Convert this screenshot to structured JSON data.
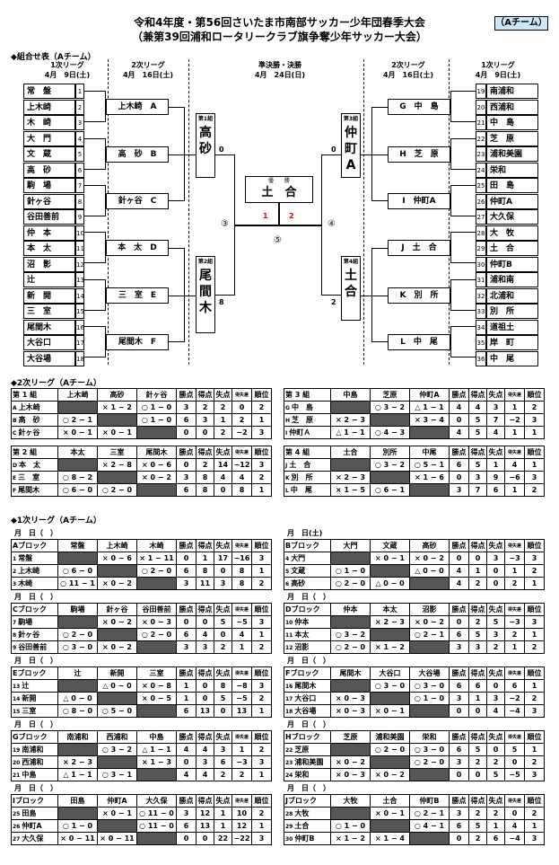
{
  "header": {
    "title_line1": "令和4年度・第56回さいたま市南部サッカー少年団春季大会",
    "title_line2": "（兼第39回浦和ロータリークラブ旗争奪少年サッカー大会）",
    "team_badge": "（Aチーム）"
  },
  "bracket": {
    "section_title": "◆組合せ表（Aチーム）",
    "hdr_round1": "1次リーグ",
    "hdr_round1_date": "4月　9日(土)",
    "hdr_round2": "2次リーグ",
    "hdr_round2_date": "4月　16日(土)",
    "hdr_final": "準決勝・決勝",
    "hdr_final_date": "4月　24日(日)",
    "left_teams": [
      "常　盤",
      "上木崎",
      "木　崎",
      "大　門",
      "文　蔵",
      "高　砂",
      "駒　場",
      "針ヶ谷",
      "谷田善前",
      "仲　本",
      "本　太",
      "沼　影",
      "辻",
      "新　開",
      "三　室",
      "尾間木",
      "大谷口",
      "大谷場"
    ],
    "right_teams": [
      "南浦和",
      "西浦和",
      "中　島",
      "芝　原",
      "浦和美園",
      "栄和",
      "田　島",
      "仲町A",
      "大久保",
      "大　牧",
      "土　合",
      "仲町B",
      "浦和南",
      "北浦和",
      "別　所",
      "道祖土",
      "岸　町",
      "中　尾"
    ],
    "left_nums": [
      "1",
      "2",
      "3",
      "4",
      "5",
      "6",
      "7",
      "8",
      "9",
      "10",
      "11",
      "12",
      "13",
      "14",
      "15",
      "16",
      "17",
      "18"
    ],
    "right_nums": [
      "19",
      "20",
      "21",
      "22",
      "23",
      "24",
      "25",
      "26",
      "27",
      "28",
      "29",
      "30",
      "31",
      "32",
      "33",
      "34",
      "35",
      "36"
    ],
    "left_groups": [
      "上木崎　A",
      "高　砂　B",
      "針ヶ谷　C",
      "本　太　D",
      "三　室　E",
      "尾間木　F"
    ],
    "right_groups": [
      "G　中　島",
      "H　芝　原",
      "I　仲町A",
      "J　土　合",
      "K　別　所",
      "L　中　尾"
    ],
    "semi1_label": "第1組",
    "semi1_team": "高砂",
    "semi2_label": "第2組",
    "semi2_team": "尾間木",
    "semi3_label": "第3組",
    "semi3_team": "仲町A",
    "semi4_label": "第4組",
    "semi4_team": "土合",
    "champion_label": "優　　勝",
    "champion": "土　合",
    "score_s1": "0",
    "score_s2": "8",
    "score_s3": "0",
    "score_s4": "2",
    "final_left": "1",
    "final_right": "2",
    "m3": "③",
    "m4": "④",
    "m5": "⑤"
  },
  "round2": {
    "section_title": "◆2次リーグ（Aチーム）",
    "cols": [
      "勝点",
      "得点",
      "失点",
      "得失差",
      "順位"
    ],
    "groups": [
      {
        "label": "第 1 組",
        "teams": [
          "上木崎",
          "高砂",
          "針ヶ谷"
        ],
        "rows": [
          {
            "k": "A",
            "n": "上木崎",
            "c": [
              "",
              "× 1 − 2",
              "○ 1 − 0"
            ],
            "s": [
              "3",
              "2",
              "2",
              "0",
              "2"
            ]
          },
          {
            "k": "B",
            "n": "高　砂",
            "c": [
              "○ 2 − 1",
              "",
              "○ 1 − 0"
            ],
            "s": [
              "6",
              "3",
              "1",
              "2",
              "1"
            ]
          },
          {
            "k": "C",
            "n": "針ヶ谷",
            "c": [
              "× 0 − 1",
              "× 0 − 1",
              ""
            ],
            "s": [
              "0",
              "0",
              "2",
              "−2",
              "3"
            ]
          }
        ]
      },
      {
        "label": "第 3 組",
        "teams": [
          "中島",
          "芝原",
          "仲町A"
        ],
        "rows": [
          {
            "k": "G",
            "n": "中　島",
            "c": [
              "",
              "○ 3 − 2",
              "△ 1 − 1"
            ],
            "s": [
              "4",
              "4",
              "3",
              "1",
              "2"
            ]
          },
          {
            "k": "H",
            "n": "芝　原",
            "c": [
              "× 2 − 3",
              "",
              "× 3 − 4"
            ],
            "s": [
              "0",
              "5",
              "7",
              "−2",
              "3"
            ]
          },
          {
            "k": "I",
            "n": "仲町Ａ",
            "c": [
              "△ 1 − 1",
              "○ 4 − 3",
              ""
            ],
            "s": [
              "4",
              "5",
              "4",
              "1",
              "1"
            ]
          }
        ]
      },
      {
        "label": "第 2 組",
        "teams": [
          "本太",
          "三室",
          "尾間木"
        ],
        "rows": [
          {
            "k": "D",
            "n": "本　太",
            "c": [
              "",
              "× 2 − 8",
              "× 0 − 6"
            ],
            "s": [
              "0",
              "2",
              "14",
              "−12",
              "3"
            ]
          },
          {
            "k": "E",
            "n": "三　室",
            "c": [
              "○ 8 − 2",
              "",
              "× 0 − 2"
            ],
            "s": [
              "3",
              "8",
              "4",
              "4",
              "2"
            ]
          },
          {
            "k": "F",
            "n": "尾間木",
            "c": [
              "○ 6 − 0",
              "○ 2 − 0",
              ""
            ],
            "s": [
              "6",
              "8",
              "0",
              "8",
              "1"
            ]
          }
        ]
      },
      {
        "label": "第 4 組",
        "teams": [
          "土合",
          "別所",
          "中尾"
        ],
        "rows": [
          {
            "k": "J",
            "n": "土　合",
            "c": [
              "",
              "○ 3 − 2",
              "○ 5 − 1"
            ],
            "s": [
              "6",
              "5",
              "1",
              "4",
              "1"
            ]
          },
          {
            "k": "K",
            "n": "別　所",
            "c": [
              "× 2 − 3",
              "",
              "× 1 − 6"
            ],
            "s": [
              "0",
              "3",
              "9",
              "−6",
              "3"
            ]
          },
          {
            "k": "L",
            "n": "中　尾",
            "c": [
              "× 1 − 5",
              "○ 6 − 1",
              ""
            ],
            "s": [
              "3",
              "7",
              "6",
              "1",
              "2"
            ]
          }
        ]
      }
    ]
  },
  "round1": {
    "section_title": "◆1次リーグ（Aチーム）",
    "cols": [
      "勝点",
      "得点",
      "失点",
      "得失差",
      "順位"
    ],
    "blocks": [
      {
        "date": "月　日（　）",
        "label": "Aブロック",
        "teams": [
          "常盤",
          "上木崎",
          "木崎"
        ],
        "rows": [
          {
            "no": "1",
            "n": "常盤",
            "c": [
              "",
              "× 0 − 6",
              "× 1 − 11"
            ],
            "s": [
              "0",
              "1",
              "17",
              "−16",
              "3"
            ]
          },
          {
            "no": "2",
            "n": "上木崎",
            "c": [
              "○ 6 − 0",
              "",
              "○ 2 − 0"
            ],
            "s": [
              "6",
              "8",
              "0",
              "8",
              "1"
            ]
          },
          {
            "no": "3",
            "n": "木崎",
            "c": [
              "○ 11 − 1",
              "× 0 − 2",
              ""
            ],
            "s": [
              "3",
              "11",
              "3",
              "8",
              "2"
            ]
          }
        ]
      },
      {
        "date": "月　日(土)",
        "label": "Bブロック",
        "teams": [
          "大門",
          "文蔵",
          "高砂"
        ],
        "rows": [
          {
            "no": "4",
            "n": "大門",
            "c": [
              "",
              "× 0 − 1",
              "× 0 − 2"
            ],
            "s": [
              "0",
              "0",
              "3",
              "−3",
              "3"
            ]
          },
          {
            "no": "5",
            "n": "文蔵",
            "c": [
              "○ 1 − 0",
              "",
              "△ 0 − 0"
            ],
            "s": [
              "4",
              "1",
              "0",
              "1",
              "2"
            ]
          },
          {
            "no": "6",
            "n": "高砂",
            "c": [
              "○ 2 − 0",
              "△ 0 − 0",
              ""
            ],
            "s": [
              "4",
              "2",
              "0",
              "2",
              "1"
            ]
          }
        ]
      },
      {
        "date": "月　日（　）",
        "label": "Cブロック",
        "teams": [
          "駒場",
          "針ヶ谷",
          "谷田善前"
        ],
        "rows": [
          {
            "no": "7",
            "n": "駒場",
            "c": [
              "",
              "× 0 − 2",
              "× 0 − 3"
            ],
            "s": [
              "0",
              "0",
              "5",
              "−5",
              "3"
            ]
          },
          {
            "no": "8",
            "n": "針ヶ谷",
            "c": [
              "○ 2 − 0",
              "",
              "○ 2 − 0"
            ],
            "s": [
              "6",
              "4",
              "0",
              "4",
              "1"
            ]
          },
          {
            "no": "9",
            "n": "谷田善前",
            "c": [
              "○ 3 − 0",
              "× 0 − 2",
              ""
            ],
            "s": [
              "3",
              "3",
              "2",
              "1",
              "2"
            ]
          }
        ]
      },
      {
        "date": "月　日（　）",
        "label": "Dブロック",
        "teams": [
          "仲本",
          "本太",
          "沼影"
        ],
        "rows": [
          {
            "no": "10",
            "n": "仲本",
            "c": [
              "",
              "× 2 − 3",
              "× 0 − 2"
            ],
            "s": [
              "0",
              "2",
              "5",
              "−3",
              "3"
            ]
          },
          {
            "no": "11",
            "n": "本太",
            "c": [
              "○ 3 − 2",
              "",
              "○ 2 − 1"
            ],
            "s": [
              "6",
              "5",
              "3",
              "2",
              "1"
            ]
          },
          {
            "no": "12",
            "n": "沼影",
            "c": [
              "○ 2 − 0",
              "× 1 − 2",
              ""
            ],
            "s": [
              "3",
              "3",
              "2",
              "1",
              "2"
            ]
          }
        ]
      },
      {
        "date": "月　日（　）",
        "label": "Eブロック",
        "teams": [
          "辻",
          "新開",
          "三室"
        ],
        "rows": [
          {
            "no": "13",
            "n": "辻",
            "c": [
              "",
              "△ 0 − 0",
              "× 0 − 8"
            ],
            "s": [
              "1",
              "0",
              "8",
              "−8",
              "3"
            ]
          },
          {
            "no": "14",
            "n": "新開",
            "c": [
              "△ 0 − 0",
              "",
              "× 0 − 5"
            ],
            "s": [
              "1",
              "0",
              "5",
              "−5",
              "2"
            ]
          },
          {
            "no": "15",
            "n": "三室",
            "c": [
              "○ 8 − 0",
              "○ 5 − 0",
              ""
            ],
            "s": [
              "6",
              "13",
              "0",
              "13",
              "1"
            ]
          }
        ]
      },
      {
        "date": "月　日（　）",
        "label": "Fブロック",
        "teams": [
          "尾間木",
          "大谷口",
          "大谷場"
        ],
        "rows": [
          {
            "no": "16",
            "n": "尾間木",
            "c": [
              "",
              "○ 3 − 0",
              "○ 3 − 0"
            ],
            "s": [
              "6",
              "6",
              "0",
              "6",
              "1"
            ]
          },
          {
            "no": "17",
            "n": "大谷口",
            "c": [
              "× 0 − 3",
              "",
              "○ 1 − 0"
            ],
            "s": [
              "3",
              "1",
              "3",
              "−2",
              "2"
            ]
          },
          {
            "no": "18",
            "n": "大谷場",
            "c": [
              "× 0 − 3",
              "× 0 − 1",
              ""
            ],
            "s": [
              "0",
              "0",
              "4",
              "−4",
              "3"
            ]
          }
        ]
      },
      {
        "date": "月　日（　）",
        "label": "Gブロック",
        "teams": [
          "南浦和",
          "西浦和",
          "中島"
        ],
        "rows": [
          {
            "no": "19",
            "n": "南浦和",
            "c": [
              "",
              "○ 3 − 2",
              "△ 1 − 1"
            ],
            "s": [
              "4",
              "4",
              "3",
              "1",
              "2"
            ]
          },
          {
            "no": "20",
            "n": "西浦和",
            "c": [
              "× 2 − 3",
              "",
              "× 1 − 3"
            ],
            "s": [
              "0",
              "3",
              "6",
              "−3",
              "3"
            ]
          },
          {
            "no": "21",
            "n": "中島",
            "c": [
              "△ 1 − 1",
              "○ 3 − 1",
              ""
            ],
            "s": [
              "4",
              "4",
              "2",
              "2",
              "1"
            ]
          }
        ]
      },
      {
        "date": "月　日（　）",
        "label": "Hブロック",
        "teams": [
          "芝原",
          "浦和美園",
          "栄和"
        ],
        "rows": [
          {
            "no": "22",
            "n": "芝原",
            "c": [
              "",
              "○ 2 − 0",
              "○ 3 − 0"
            ],
            "s": [
              "6",
              "5",
              "0",
              "5",
              "1"
            ]
          },
          {
            "no": "23",
            "n": "浦和美園",
            "c": [
              "× 0 − 2",
              "",
              "○ 2 − 0"
            ],
            "s": [
              "3",
              "2",
              "2",
              "0",
              "2"
            ]
          },
          {
            "no": "24",
            "n": "栄和",
            "c": [
              "× 0 − 3",
              "× 0 − 2",
              ""
            ],
            "s": [
              "0",
              "0",
              "5",
              "−5",
              "3"
            ]
          }
        ]
      },
      {
        "date": "月　日（　）",
        "label": "Iブロック",
        "teams": [
          "田島",
          "仲町A",
          "大久保"
        ],
        "rows": [
          {
            "no": "25",
            "n": "田島",
            "c": [
              "",
              "× 0 − 1",
              "○ 11 − 0"
            ],
            "s": [
              "3",
              "12",
              "1",
              "10",
              "2"
            ]
          },
          {
            "no": "26",
            "n": "仲町A",
            "c": [
              "○ 1 − 0",
              "",
              "○ 11 − 0"
            ],
            "s": [
              "6",
              "13",
              "1",
              "12",
              "1"
            ]
          },
          {
            "no": "27",
            "n": "大久保",
            "c": [
              "× 0 − 11",
              "× 0 − 11",
              ""
            ],
            "s": [
              "0",
              "0",
              "22",
              "−22",
              "3"
            ]
          }
        ]
      },
      {
        "date": "月　日（　）",
        "label": "Jブロック",
        "teams": [
          "大牧",
          "土合",
          "仲町B"
        ],
        "rows": [
          {
            "no": "28",
            "n": "大牧",
            "c": [
              "",
              "× 0 − 1",
              "○ 2 − 1"
            ],
            "s": [
              "3",
              "2",
              "2",
              "0",
              "2"
            ]
          },
          {
            "no": "29",
            "n": "土合",
            "c": [
              "○ 1 − 0",
              "",
              "○ 4 − 1"
            ],
            "s": [
              "6",
              "5",
              "1",
              "4",
              "1"
            ]
          },
          {
            "no": "30",
            "n": "仲町B",
            "c": [
              "× 1 − 2",
              "× 1 − 4",
              ""
            ],
            "s": [
              "0",
              "2",
              "6",
              "−4",
              "3"
            ]
          }
        ]
      }
    ]
  }
}
